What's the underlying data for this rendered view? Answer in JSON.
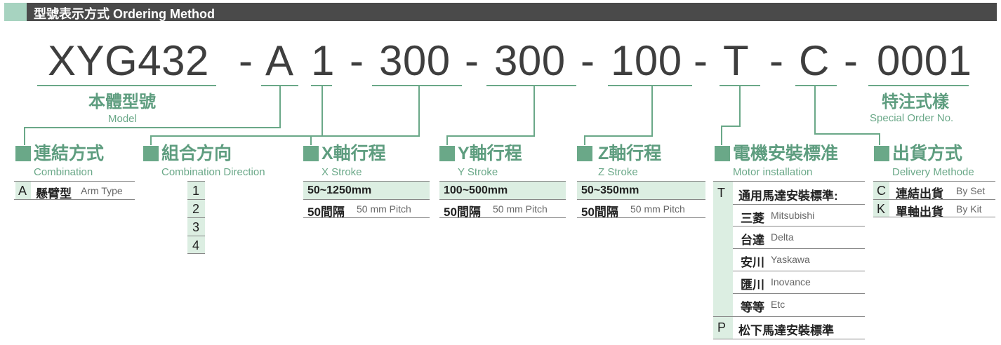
{
  "header": {
    "title": "型號表示方式 Ordering Method"
  },
  "code": {
    "model": "XYG432",
    "d1": "-",
    "combination": "A",
    "direction": "1",
    "d2": "-",
    "x_stroke": "300",
    "d3": "-",
    "y_stroke": "300",
    "d4": "-",
    "z_stroke": "100",
    "d5": "-",
    "motor": "T",
    "d6": "-",
    "delivery": "C",
    "d7": "-",
    "special": "0001"
  },
  "model_label": {
    "zh": "本體型號",
    "en": "Model"
  },
  "special_label": {
    "zh": "特注式樣",
    "en": "Special Order No."
  },
  "combination": {
    "title": "連結方式",
    "subtitle": "Combination",
    "rows": [
      {
        "code": "A",
        "zh": "懸臂型",
        "en": "Arm Type"
      }
    ]
  },
  "direction": {
    "title": "組合方向",
    "subtitle": "Combination Direction",
    "rows": [
      "1",
      "2",
      "3",
      "4"
    ]
  },
  "x_stroke": {
    "title": "X軸行程",
    "subtitle": "X Stroke",
    "range": "50~1250mm",
    "pitch_zh": "50間隔",
    "pitch_en": "50 mm Pitch"
  },
  "y_stroke": {
    "title": "Y軸行程",
    "subtitle": "Y Stroke",
    "range": "100~500mm",
    "pitch_zh": "50間隔",
    "pitch_en": "50 mm Pitch"
  },
  "z_stroke": {
    "title": "Z軸行程",
    "subtitle": "Z Stroke",
    "range": "50~350mm",
    "pitch_zh": "50間隔",
    "pitch_en": "50 mm Pitch"
  },
  "motor": {
    "title": "電機安裝標准",
    "subtitle": "Motor installation",
    "t_code": "T",
    "t_label": "通用馬達安裝標準:",
    "brands": [
      {
        "zh": "三菱",
        "en": "Mitsubishi"
      },
      {
        "zh": "台達",
        "en": "Delta"
      },
      {
        "zh": "安川",
        "en": "Yaskawa"
      },
      {
        "zh": "匯川",
        "en": "Inovance"
      },
      {
        "zh": "等等",
        "en": "Etc"
      }
    ],
    "p_code": "P",
    "p_label": "松下馬達安裝標準"
  },
  "delivery": {
    "title": "出貨方式",
    "subtitle": "Delivery Methode",
    "rows": [
      {
        "code": "C",
        "zh": "連結出貨",
        "en": "By Set"
      },
      {
        "code": "K",
        "zh": "單軸出貨",
        "en": "By Kit"
      }
    ]
  },
  "colors": {
    "accent": "#6aa888",
    "header": "#4a4a4a",
    "cell": "#dceee2"
  }
}
